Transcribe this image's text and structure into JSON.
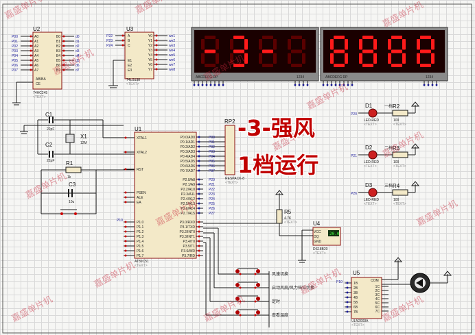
{
  "components": {
    "u2": {
      "ref": "U2",
      "part": "74HC245",
      "pins_left": [
        "A0",
        "A1",
        "A2",
        "A3",
        "A4",
        "A5",
        "A6",
        "A7"
      ],
      "pins_right": [
        "B0",
        "B1",
        "B2",
        "B3",
        "B4",
        "B5",
        "B6",
        "B7"
      ],
      "nets": [
        "P00",
        "P01",
        "P02",
        "P03",
        "P04",
        "P05",
        "P06",
        "P07"
      ],
      "out_nets": [
        "d0",
        "d1",
        "d2",
        "d3",
        "d4",
        "d5",
        "d6",
        "d7"
      ],
      "ce": "CE",
      "ab": "AB/BA"
    },
    "u3": {
      "ref": "U3",
      "part": "74LS138",
      "nets": [
        "P22",
        "P23",
        "P24"
      ],
      "pins_in": [
        "A",
        "B",
        "C"
      ],
      "pins_en": [
        "E1",
        "E2",
        "E3"
      ],
      "pins_out": [
        "Y0",
        "Y1",
        "Y2",
        "Y3",
        "Y4",
        "Y5",
        "Y6",
        "Y7"
      ],
      "out_nets": [
        "we1",
        "we2",
        "we3",
        "we4",
        "we5",
        "we6",
        "we7",
        "we8"
      ]
    },
    "display_left": {
      "segments": "ABCDEFG DP",
      "digits": "1234",
      "shown": "-3-"
    },
    "display_right": {
      "segments": "ABCDEFG DP",
      "digits": "1234",
      "shown": "8888"
    },
    "c1": {
      "ref": "C1",
      "value": "22pF"
    },
    "c2": {
      "ref": "C2",
      "value": "22pF"
    },
    "x1": {
      "ref": "X1",
      "value": "12M"
    },
    "r1": {
      "ref": "R1",
      "value": "1k"
    },
    "c3": {
      "ref": "C3",
      "value": "10u"
    },
    "u1": {
      "ref": "U1",
      "part": "AT89C51",
      "pins_left": [
        "XTAL1",
        "XTAL2",
        "RST",
        "PSEN",
        "ALE",
        "EA"
      ],
      "port1": [
        "P1.0",
        "P1.1",
        "P1.2",
        "P1.3",
        "P1.4",
        "P1.5",
        "P1.6",
        "P1.7"
      ],
      "port0": [
        "P0.0/AD0",
        "P0.1/AD1",
        "P0.2/AD2",
        "P0.3/AD3",
        "P0.4/AD4",
        "P0.5/AD5",
        "P0.6/AD6",
        "P0.7/AD7"
      ],
      "port2": [
        "P2.0/A8",
        "P2.1/A9",
        "P2.2/A10",
        "P2.3/A11",
        "P2.4/A12",
        "P2.5/A13",
        "P2.6/A14",
        "P2.7/A15"
      ],
      "port3": [
        "P3.0/RXD",
        "P3.1/TXD",
        "P3.2/INT0",
        "P3.3/INT1",
        "P3.4/T0",
        "P3.5/T1",
        "P3.6/WR",
        "P3.7/RD"
      ],
      "p10": "P10"
    },
    "rp2": {
      "ref": "RP2",
      "part": "RESPACK-8"
    },
    "d1": {
      "ref": "D1",
      "part": "LED-RED",
      "net": "P20",
      "tag": "一档"
    },
    "d2": {
      "ref": "D2",
      "part": "LED-RED",
      "net": "P21",
      "tag": "二档"
    },
    "d3": {
      "ref": "D3",
      "part": "LED-RED",
      "net": "P26",
      "tag": "三档"
    },
    "r2": {
      "ref": "R2",
      "value": "100"
    },
    "r3": {
      "ref": "R3",
      "value": "100"
    },
    "r4": {
      "ref": "R4",
      "value": "100"
    },
    "r5": {
      "ref": "R5",
      "value": "4.7K"
    },
    "u4": {
      "ref": "U4",
      "part": "DS18B20",
      "pins": [
        "VCC",
        "DQ",
        "GND"
      ],
      "reading": "20.0"
    },
    "u5": {
      "ref": "U5",
      "part": "ULN2003A",
      "net": "P10",
      "pins_in": [
        "1B",
        "2B",
        "3B",
        "4B",
        "5B",
        "6B",
        "7B"
      ],
      "pins_out": [
        "1C",
        "2C",
        "3C",
        "4C",
        "5C",
        "6C",
        "7C"
      ],
      "com": "COM"
    },
    "text_placeholder": "<TEXT>"
  },
  "buttons": [
    {
      "label": "风速切换"
    },
    {
      "label": "启动风扇/风力档位切换"
    },
    {
      "label": "定时"
    },
    {
      "label": "查看温度"
    }
  ],
  "overlay": {
    "line1": "-3-强风",
    "line2": "1档运行"
  },
  "watermark": "嘉盛单片机",
  "colors": {
    "wire": "#1a1a1a",
    "pin_red": "#cc0000",
    "seg_on": "#ff1a1a",
    "seg_off": "#5a0000",
    "display_bg": "#1a0000",
    "overlay_text": "#c00000"
  }
}
